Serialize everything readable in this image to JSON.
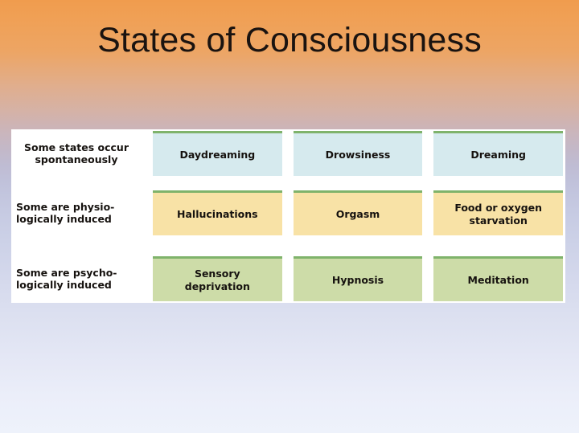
{
  "slide": {
    "title": "States of Consciousness",
    "background": {
      "top_color": "#F0A055",
      "mid_color": "#C3B8C8",
      "bottom_color": "#EEF2FB"
    }
  },
  "table": {
    "panel_background": "#FFFFFF",
    "cell_top_border_color": "#7FB36B",
    "rows": [
      {
        "label": "Some states occur\nspontaneously",
        "label_align": "center",
        "tone": "blue",
        "tone_color": "#D6EAEE",
        "cells": [
          "Daydreaming",
          "Drowsiness",
          "Dreaming"
        ]
      },
      {
        "label": "Some are physio-\nlogically induced",
        "label_align": "left",
        "tone": "yellow",
        "tone_color": "#F8E2A6",
        "cells": [
          "Hallucinations",
          "Orgasm",
          "Food or oxygen\nstarvation"
        ]
      },
      {
        "label": "Some are psycho-\nlogically induced",
        "label_align": "left",
        "tone": "green",
        "tone_color": "#CDDCA8",
        "cells": [
          "Sensory\ndeprivation",
          "Hypnosis",
          "Meditation"
        ]
      }
    ]
  }
}
